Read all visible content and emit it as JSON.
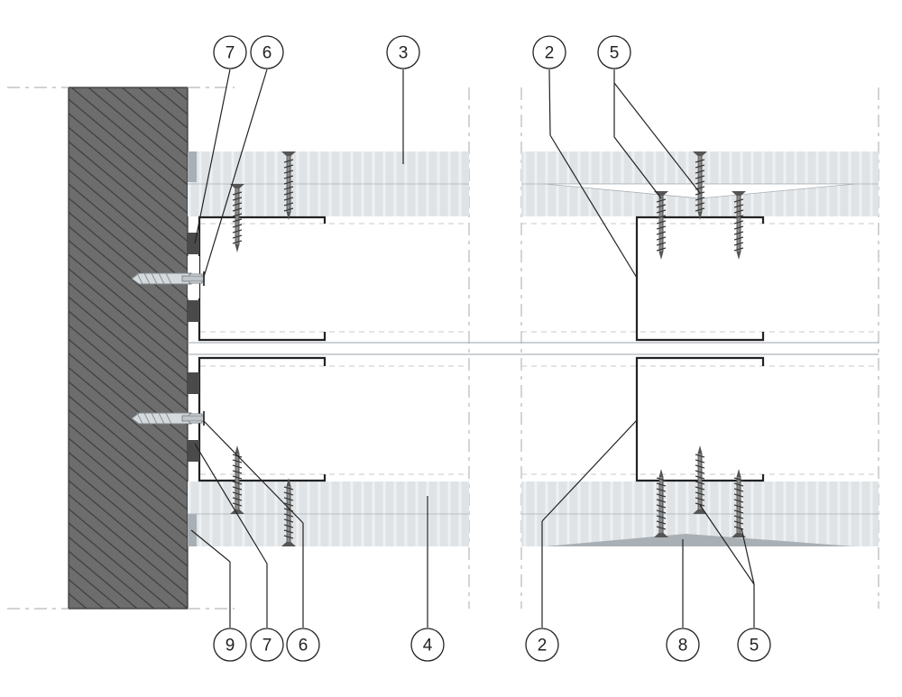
{
  "callouts": [
    {
      "label": "7"
    },
    {
      "label": "6"
    },
    {
      "label": "3"
    },
    {
      "label": "2"
    },
    {
      "label": "5"
    },
    {
      "label": "9"
    },
    {
      "label": "7"
    },
    {
      "label": "6"
    },
    {
      "label": "4"
    },
    {
      "label": "2"
    },
    {
      "label": "8"
    },
    {
      "label": "5"
    }
  ],
  "colors": {
    "wall_fill": "#6d6d6d",
    "wall_hatch": "#3e3e3e",
    "board_fill": "#dfe3e6",
    "board_stripe": "#eceff1",
    "putty": "#a9b0b5",
    "strip": "#4a4a4a",
    "dowel": "#d5dadd",
    "line": "#222222"
  }
}
